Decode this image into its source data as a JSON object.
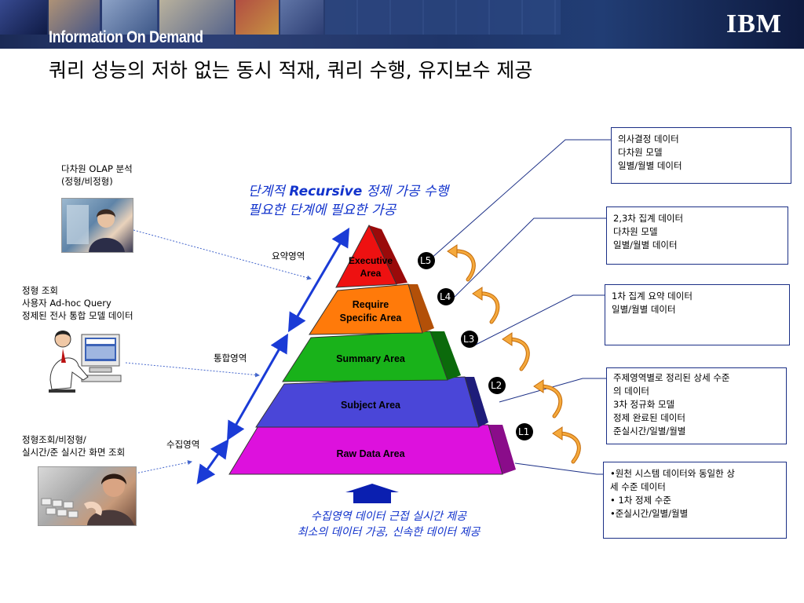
{
  "banner": {
    "title": "Information On Demand",
    "logo": "IBM",
    "colors": {
      "background": "#1f3569"
    }
  },
  "page_title": "쿼리 성능의 저하 없는 동시 적재, 쿼리 수행, 유지보수 제공",
  "headline": {
    "line1_prefix": "단계적 ",
    "line1_bold": "Recursive",
    "line1_suffix": " 정제 가공 수행",
    "line2": "필요한 단계에 필요한 가공"
  },
  "bottom_note": {
    "line1": "수집영역 데이터 근접 실시간 제공",
    "line2": "최소의 데이터 가공, 신속한 데이터 제공"
  },
  "left_users": [
    {
      "lines": [
        "다차원 OLAP 분석",
        "(정형/비정형)"
      ]
    },
    {
      "lines": [
        "정형 조회",
        "사용자 Ad-hoc Query",
        "정제된 전사 통합 모델 데이터"
      ]
    },
    {
      "lines": [
        "정형조회/비정형/",
        "실시간/준 실시간  화면 조회"
      ]
    }
  ],
  "zones": {
    "top": "요약영역",
    "middle": "통합영역",
    "bottom": "수집영역"
  },
  "pyramid_layers": [
    {
      "label_line1": "Executive",
      "label_line2": "Area",
      "color": "#ee1111"
    },
    {
      "label_line1": "Require",
      "label_line2": "Specific Area",
      "color": "#ff7a0a"
    },
    {
      "label_line1": "Summary Area",
      "label_line2": "",
      "color": "#19b21a"
    },
    {
      "label_line1": "Subject Area",
      "label_line2": "",
      "color": "#4a46d8"
    },
    {
      "label_line1": "Raw Data Area",
      "label_line2": "",
      "color": "#dd11dd"
    }
  ],
  "levels": [
    "L5",
    "L4",
    "L3",
    "L2",
    "L1"
  ],
  "right_boxes": [
    {
      "lines": [
        "의사결정 데이터",
        "다차원 모델",
        "일별/월별 데이터"
      ]
    },
    {
      "lines": [
        "2,3차 집계 데이터",
        "다차원 모델",
        "일별/월별 데이터"
      ]
    },
    {
      "lines": [
        "1차 집계 요약 데이터",
        "일별/월별 데이터"
      ]
    },
    {
      "lines": [
        "주제영역별로 정리된 상세 수준",
        "의 데이터",
        "3차 정규화 모델",
        "정제 완료된 데이터",
        "준실시간/일별/월별"
      ]
    },
    {
      "lines": [
        "•원천 시스템 데이터와 동일한 상",
        "세 수준 데이터",
        "• 1차 정제 수준",
        "•준실시간/일별/월별"
      ]
    }
  ]
}
